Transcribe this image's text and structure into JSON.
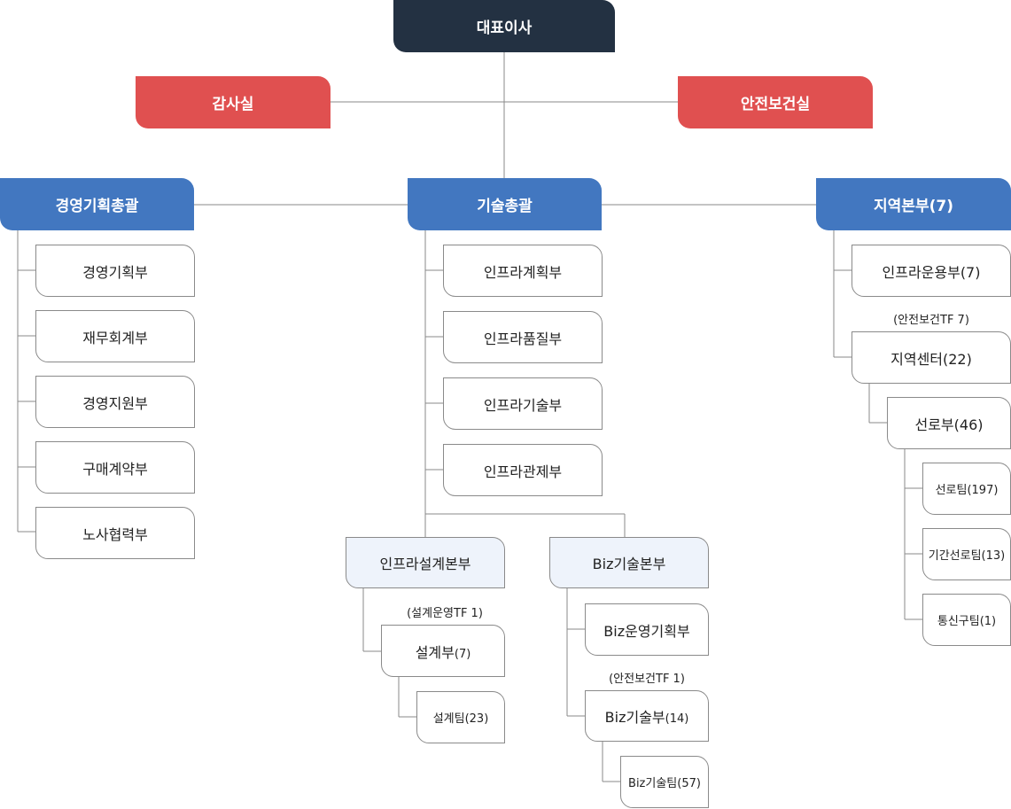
{
  "colors": {
    "ceo": "#233142",
    "audit": "#e05050",
    "division": "#4277c0",
    "subdivision_bg": "#eef3fb",
    "line": "#8a8a8a"
  },
  "ceo": "대표이사",
  "audit": "감사실",
  "safety": "안전보건실",
  "mgmt": {
    "title": "경영기획총괄",
    "depts": [
      "경영기획부",
      "재무회계부",
      "경영지원부",
      "구매계약부",
      "노사협력부"
    ]
  },
  "tech": {
    "title": "기술총괄",
    "depts": [
      "인프라계획부",
      "인프라품질부",
      "인프라기술부",
      "인프라관제부"
    ],
    "design": {
      "title": "인프라설계본부",
      "note": "(설계운영TF 1)",
      "dept_name": "설계부",
      "dept_count": "(7)",
      "team": "설계팀(23)"
    },
    "biz": {
      "title": "Biz기술본부",
      "dept1": "Biz운영기획부",
      "note": "(안전보건TF 1)",
      "dept2_name": "Biz기술부",
      "dept2_count": "(14)",
      "team": "Biz기술팀(57)"
    }
  },
  "region": {
    "title": "지역본부(7)",
    "ops": "인프라운용부(7)",
    "note": "(안전보건TF 7)",
    "center": "지역센터(22)",
    "line_dept": "선로부(46)",
    "teams": [
      "선로팀(197)",
      "기간선로팀(13)",
      "통신구팀(1)"
    ]
  }
}
